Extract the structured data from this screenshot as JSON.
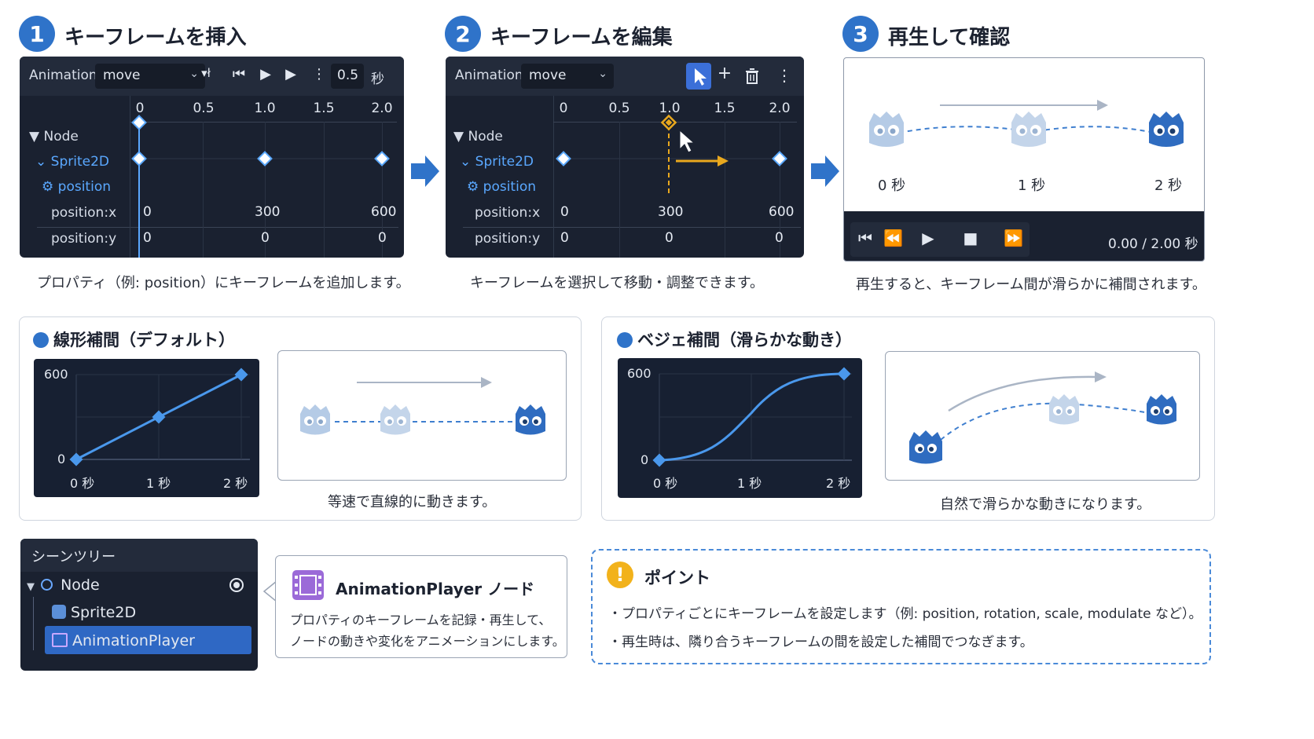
{
  "steps": [
    {
      "num": "1",
      "title": "キーフレームを挿入",
      "caption": "プロパティ（例: position）にキーフレームを追加します。"
    },
    {
      "num": "2",
      "title": "キーフレームを編集",
      "caption": "キーフレームを選択して移動・調整できます。"
    },
    {
      "num": "3",
      "title": "再生して確認",
      "caption": "再生すると、キーフレーム間が滑らかに補間されます。"
    }
  ],
  "editor": {
    "label": "Animation",
    "anim_name": "move",
    "step_value": "0.5",
    "step_unit": "秒",
    "ticks": [
      "0",
      "0.5",
      "1.0",
      "1.5",
      "2.0"
    ],
    "tree": {
      "node": "Node",
      "sprite": "Sprite2D",
      "property": "position",
      "px": "position:x",
      "py": "position:y"
    },
    "x_values": [
      "0",
      "300",
      "600"
    ],
    "y_values": [
      "0",
      "0",
      "0"
    ]
  },
  "playback": {
    "times": [
      "0 秒",
      "1 秒",
      "2 秒"
    ],
    "time_readout": "0.00 / 2.00 秒"
  },
  "linear": {
    "title": "線形補間（デフォルト）",
    "y_top": "600",
    "y_bottom": "0",
    "x_labels": [
      "0 秒",
      "1 秒",
      "2 秒"
    ],
    "caption": "等速で直線的に動きます。"
  },
  "bezier": {
    "title": "ベジェ補間（滑らかな動き）",
    "y_top": "600",
    "y_bottom": "0",
    "x_labels": [
      "0 秒",
      "1 秒",
      "2 秒"
    ],
    "caption": "自然で滑らかな動きになります。"
  },
  "scene_tree": {
    "title": "シーンツリー",
    "items": [
      "Node",
      "Sprite2D",
      "AnimationPlayer"
    ]
  },
  "callout": {
    "title": "AnimationPlayer ノード",
    "line1": "プロパティのキーフレームを記録・再生して、",
    "line2": "ノードの動きや変化をアニメーションにします。"
  },
  "point": {
    "title": "ポイント",
    "bullets": [
      "・プロパティごとにキーフレームを設定します（例: position, rotation, scale, modulate など）。",
      "・再生時は、隣り合うキーフレームの間を設定した補間でつなぎます。"
    ]
  },
  "colors": {
    "accent": "#2f73c9",
    "panel": "#1a2130",
    "keyframe": "#e9a81e",
    "track_blue": "#5aa8ff",
    "warning": "#f2b21b"
  }
}
